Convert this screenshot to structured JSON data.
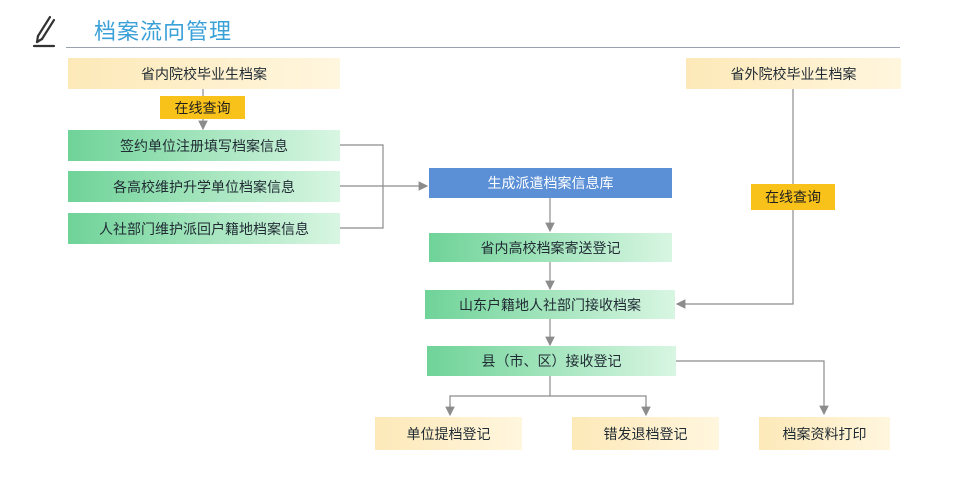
{
  "header": {
    "title": "档案流向管理",
    "icon": "pencil-icon"
  },
  "nodes": {
    "in_province_archive": "省内院校毕业生档案",
    "online_query_left": "在线查询",
    "sign_unit_register": "签约单位注册填写档案信息",
    "schools_maintain": "各高校维护升学单位档案信息",
    "hr_maintain": "人社部门维护派回户籍地档案信息",
    "dispatch_db": "生成派遣档案信息库",
    "schools_send": "省内高校档案寄送登记",
    "shandong_receive": "山东户籍地人社部门接收档案",
    "county_receive": "县（市、区）接收登记",
    "unit_register": "单位提档登记",
    "misdelivery_return": "错发退档登记",
    "print_materials": "档案资料打印",
    "out_province_archive": "省外院校毕业生档案",
    "online_query_right": "在线查询"
  },
  "colors": {
    "title": "#3aa0d8",
    "green": "#6fd398",
    "yellow": "#fde9b8",
    "blue": "#5b8fd6",
    "tag": "#f8c21b",
    "connector": "#8c8c8c"
  }
}
